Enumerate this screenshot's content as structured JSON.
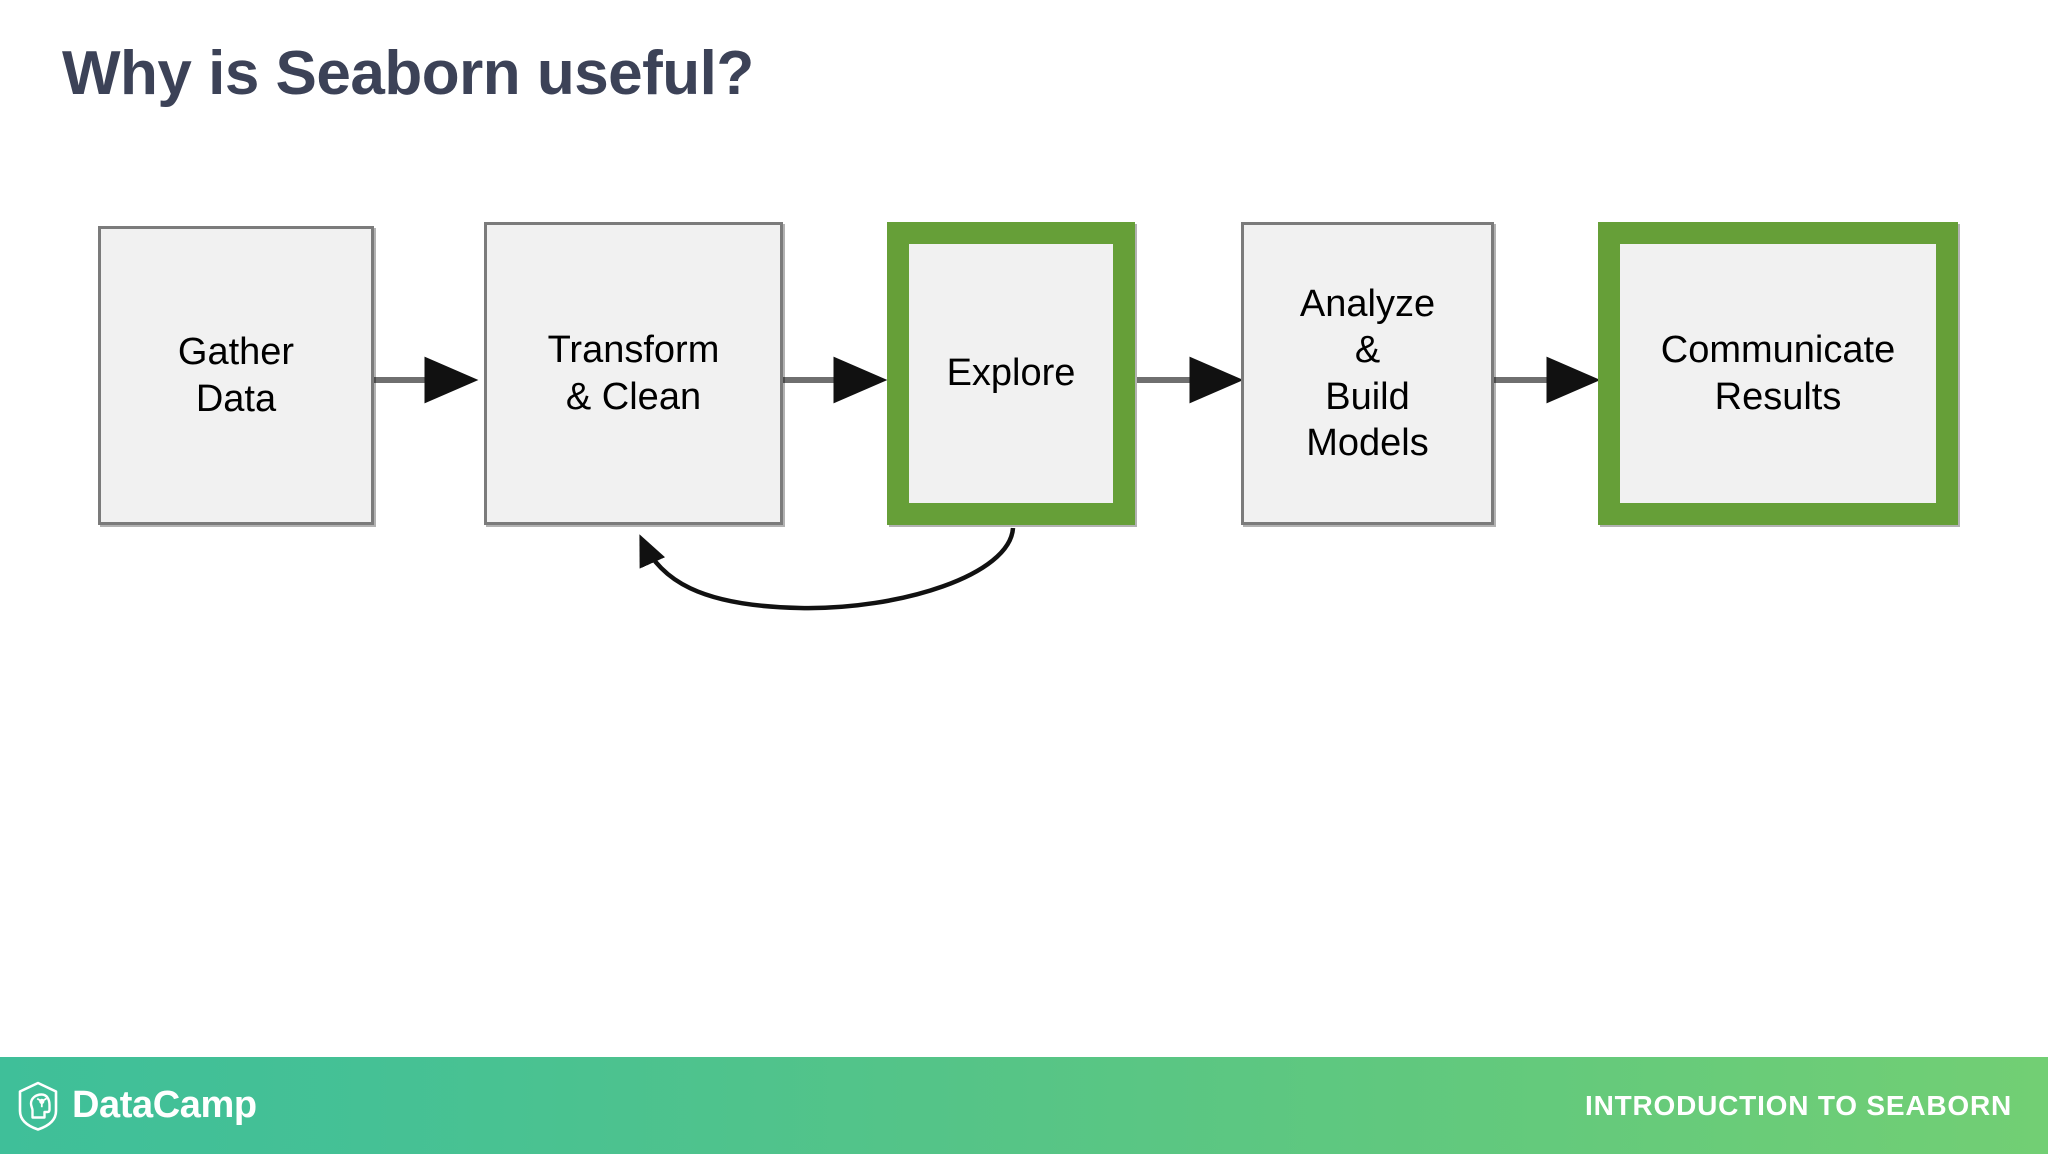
{
  "slide": {
    "title": "Why is Seaborn useful?",
    "title_color": "#3c4257",
    "background_color": "#ffffff"
  },
  "diagram": {
    "type": "flowchart",
    "orientation": "left-to-right",
    "highlight_color": "#669f38",
    "box_fill_color": "#f1f1f1",
    "box_border_color": "#7b7b7b",
    "connector_color": "#6f6f6f",
    "nodes": [
      {
        "id": "gather-data",
        "label": "Gather\nData",
        "line1": "Gather",
        "line2": "Data",
        "highlighted": false
      },
      {
        "id": "transform-clean",
        "label": "Transform\n& Clean",
        "line1": "Transform",
        "line2": "& Clean",
        "highlighted": false
      },
      {
        "id": "explore",
        "label": "Explore",
        "line1": "Explore",
        "line2": "",
        "highlighted": true
      },
      {
        "id": "analyze-build-models",
        "label": "Analyze\n&\nBuild\nModels",
        "line1": "Analyze",
        "line2": "&",
        "line3": "Build",
        "line4": "Models",
        "highlighted": false
      },
      {
        "id": "communicate-results",
        "label": "Communicate\nResults",
        "line1": "Communicate",
        "line2": "Results",
        "highlighted": true
      }
    ],
    "edges": [
      {
        "from": "gather-data",
        "to": "transform-clean",
        "style": "straight-arrow"
      },
      {
        "from": "transform-clean",
        "to": "explore",
        "style": "straight-arrow"
      },
      {
        "from": "explore",
        "to": "analyze-build-models",
        "style": "straight-arrow"
      },
      {
        "from": "analyze-build-models",
        "to": "communicate-results",
        "style": "straight-arrow"
      },
      {
        "from": "explore",
        "to": "transform-clean",
        "style": "curved-feedback-arrow"
      }
    ]
  },
  "footer": {
    "brand": "DataCamp",
    "course": "INTRODUCTION TO SEABORN",
    "gradient_from": "#3fbf99",
    "gradient_to": "#72cf74",
    "text_color": "#ffffff"
  }
}
